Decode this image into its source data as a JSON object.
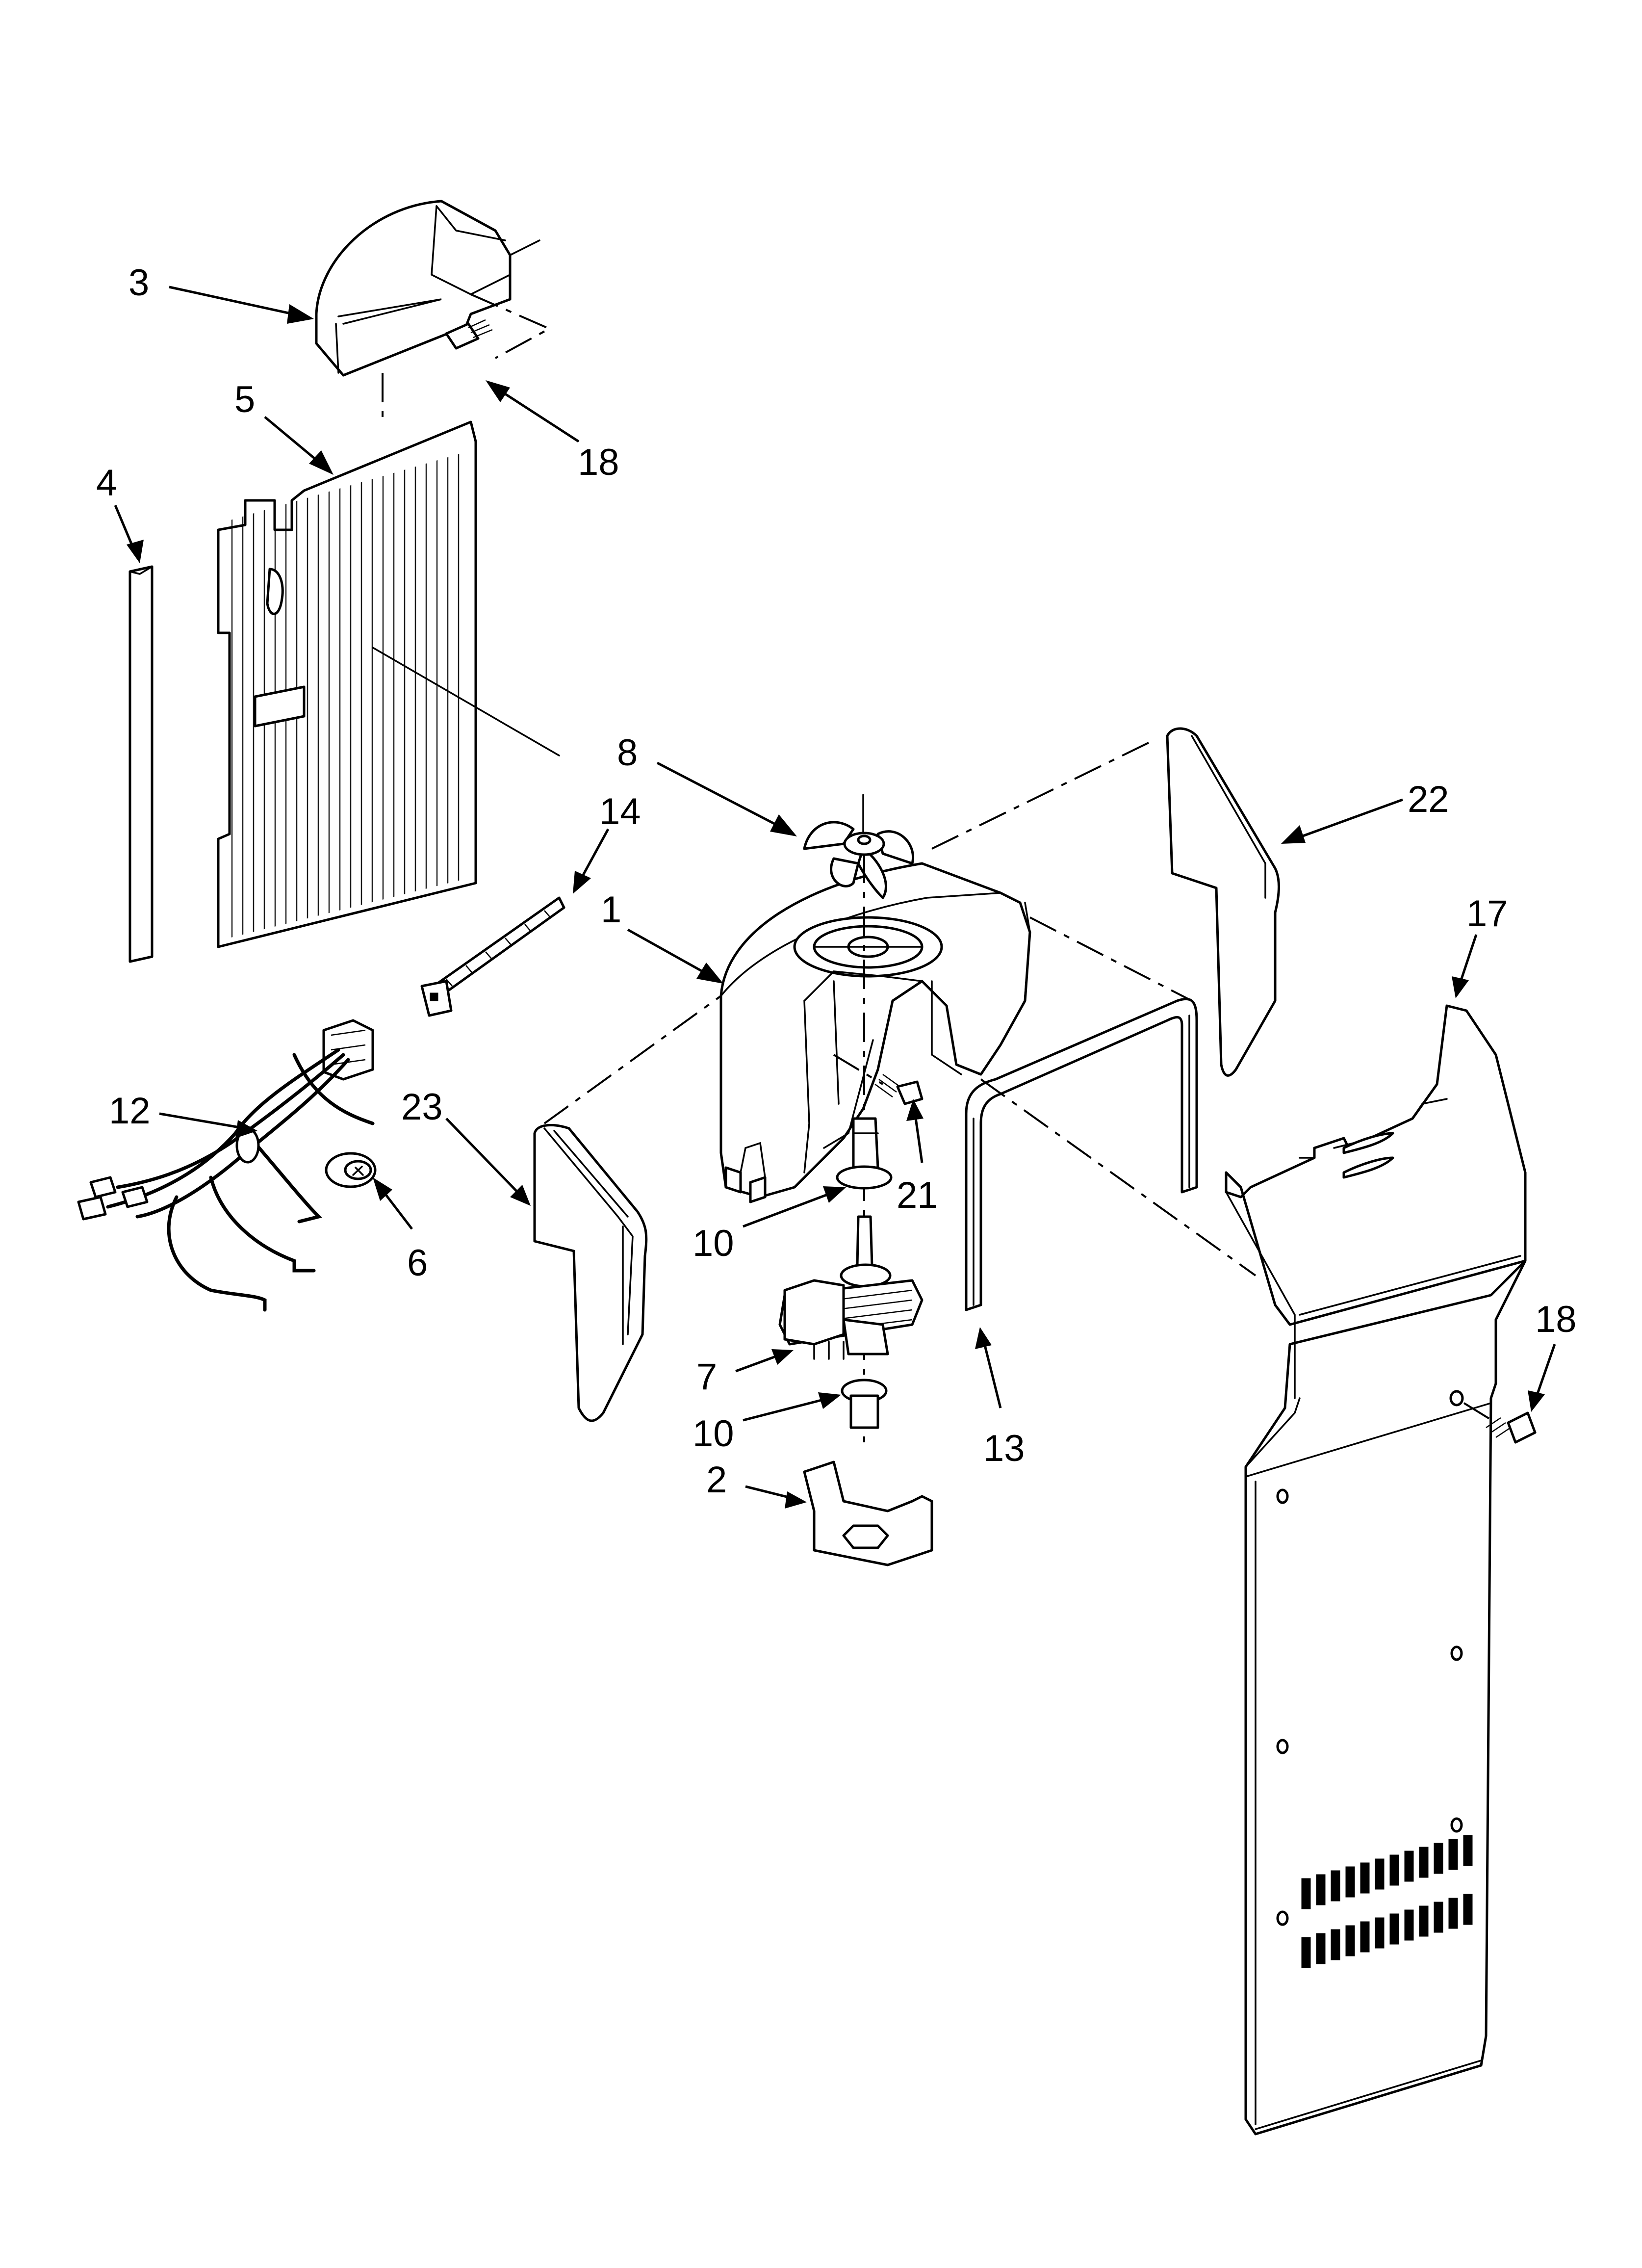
{
  "diagram": {
    "callouts": [
      {
        "id": "c3",
        "label": "3"
      },
      {
        "id": "c5",
        "label": "5"
      },
      {
        "id": "c4",
        "label": "4"
      },
      {
        "id": "c18a",
        "label": "18"
      },
      {
        "id": "c8",
        "label": "8"
      },
      {
        "id": "c22",
        "label": "22"
      },
      {
        "id": "c14",
        "label": "14"
      },
      {
        "id": "c1",
        "label": "1"
      },
      {
        "id": "c17",
        "label": "17"
      },
      {
        "id": "c12",
        "label": "12"
      },
      {
        "id": "c23",
        "label": "23"
      },
      {
        "id": "c6",
        "label": "6"
      },
      {
        "id": "c21",
        "label": "21"
      },
      {
        "id": "c10a",
        "label": "10"
      },
      {
        "id": "c7",
        "label": "7"
      },
      {
        "id": "c10b",
        "label": "10"
      },
      {
        "id": "c13",
        "label": "13"
      },
      {
        "id": "c18b",
        "label": "18"
      },
      {
        "id": "c2",
        "label": "2"
      }
    ]
  }
}
